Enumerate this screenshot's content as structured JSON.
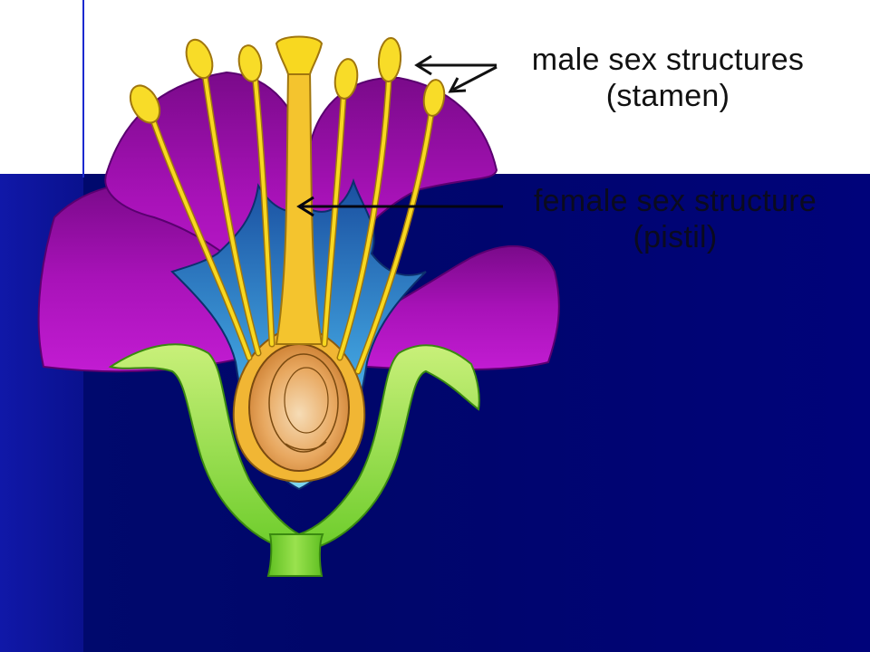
{
  "labels": {
    "male_line1": "male sex structures",
    "male_line2": "(stamen)",
    "female_line1": "female sex structure",
    "female_line2": "(pistil)"
  },
  "colors": {
    "background_top": "#ffffff",
    "background_bottom": "#00066a",
    "petal": "#9a0ea8",
    "stamen": "#f5d21a",
    "pistil": "#f2b928",
    "ovary": "#e79a3c",
    "sepal": "#8fe04a",
    "receptacle_blue": "#3a8fd0",
    "stem": "#74d12f",
    "arrow": "#111111"
  }
}
